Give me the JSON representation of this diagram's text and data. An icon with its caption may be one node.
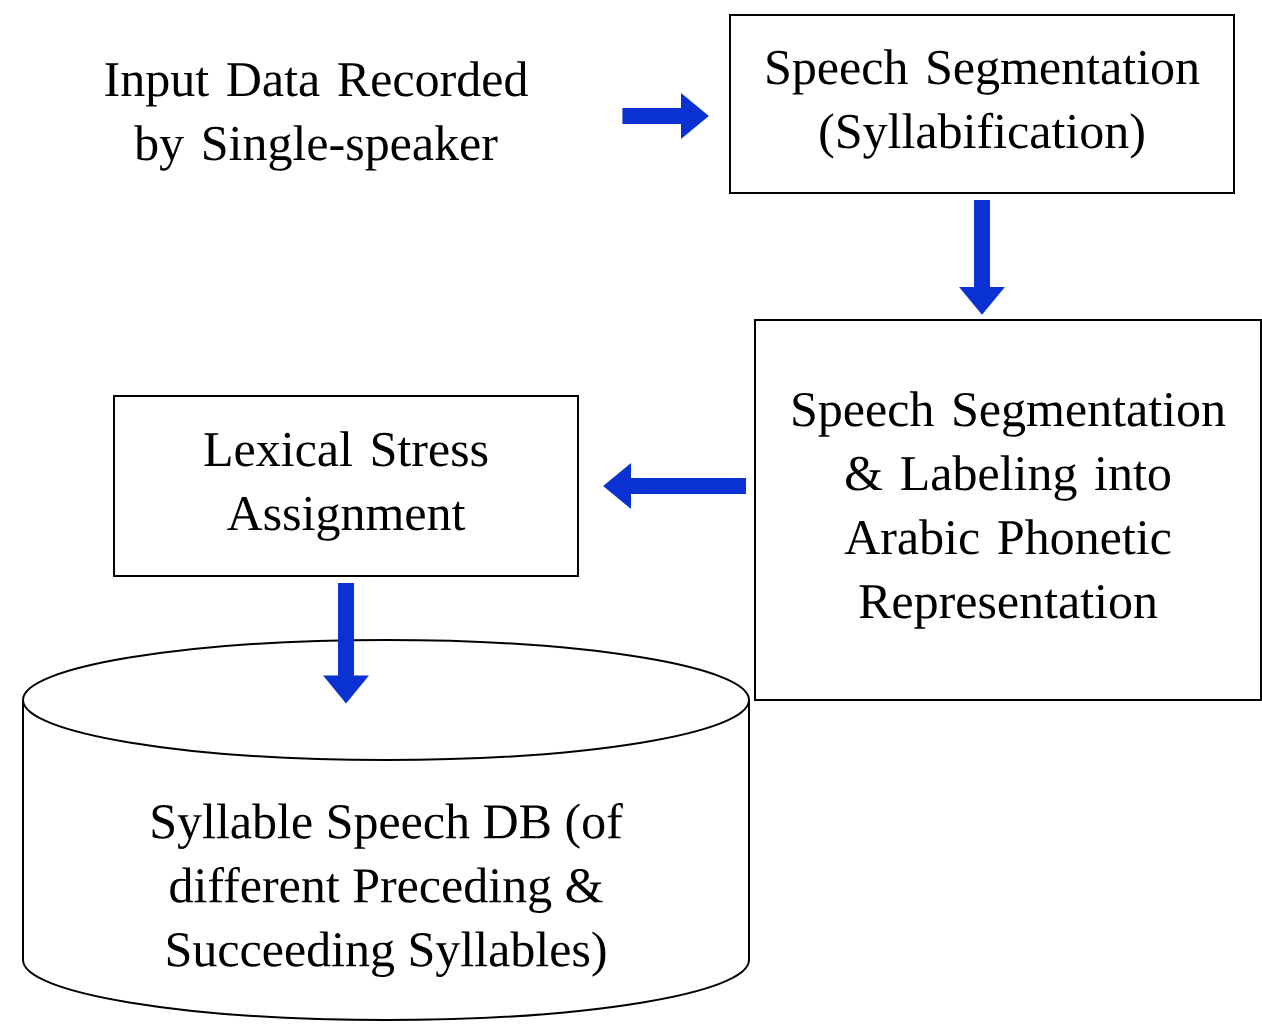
{
  "diagram": {
    "nodes": [
      {
        "text": [
          "Input Data Recorded by Single-speaker"
        ]
      },
      {
        "text": [
          "Speech Segmentation (Syllabification)"
        ]
      },
      {
        "text": [
          "Speech Segmentation & Labeling into Arabic Phonetic Representation"
        ]
      },
      {
        "text": [
          "Lexical Stress Assignment"
        ]
      },
      {
        "text": [
          "Syllable Speech DB (of different Preceding & Succeeding Syllables)"
        ]
      }
    ],
    "edges": [
      {
        "from": 0,
        "to": 1,
        "arrow": "to",
        "color": "#0a32d2"
      },
      {
        "from": 1,
        "to": 2,
        "arrow": "to",
        "color": "#0a32d2"
      },
      {
        "from": 2,
        "to": 3,
        "arrow": "to",
        "color": "#0a32d2"
      },
      {
        "from": 3,
        "to": 4,
        "arrow": "to",
        "color": "#0a32d2"
      }
    ]
  }
}
